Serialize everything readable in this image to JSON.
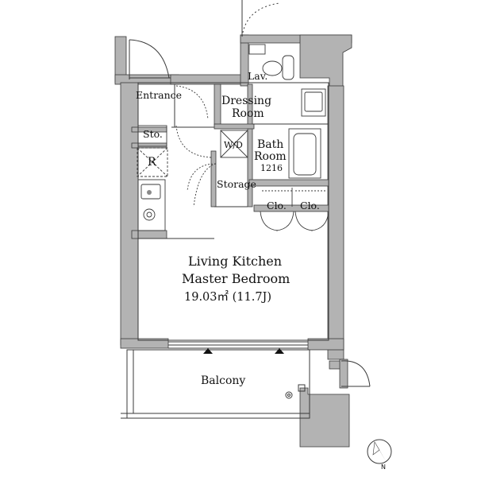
{
  "plan": {
    "rooms": {
      "lav": "Lav.",
      "entrance": "Entrance",
      "dressing_line1": "Dressing",
      "dressing_line2": "Room",
      "sto": "Sto.",
      "wd": "W/D",
      "bath_line1": "Bath",
      "bath_line2": "Room",
      "bath_size": "1216",
      "refrigerator": "R",
      "storage": "Storage",
      "clo_left": "Clo.",
      "clo_right": "Clo.",
      "main_line1": "Living Kitchen",
      "main_line2": "Master Bedroom",
      "main_area": "19.03㎡ (11.7J)",
      "balcony": "Balcony"
    },
    "compass": {
      "label": "N"
    },
    "colors": {
      "wall": "#b3b3b3",
      "line": "#3a3a3a",
      "fixture": "#8a8a8a",
      "background": "#ffffff"
    },
    "icons": [
      "compass-icon",
      "toilet-icon",
      "washbasin-icon",
      "bathtub-icon",
      "sink-icon",
      "stove-icon",
      "door-swing-icon",
      "window-marker-icon"
    ]
  }
}
